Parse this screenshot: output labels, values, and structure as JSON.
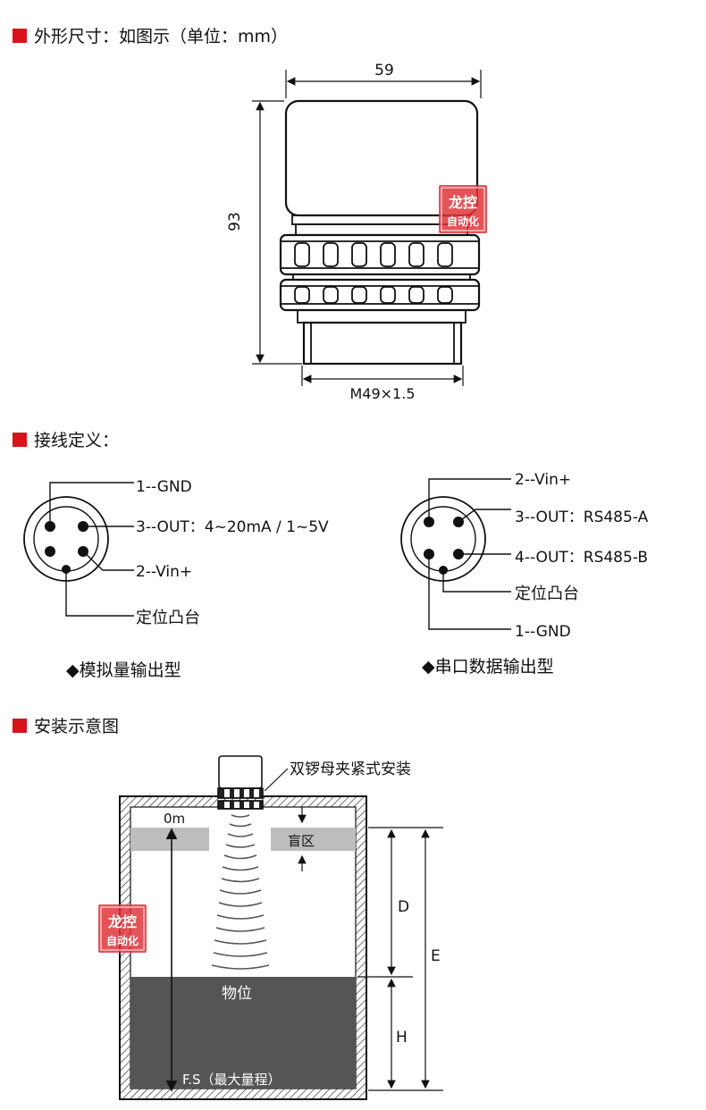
{
  "sections": {
    "dimensions": "外形尺寸：如图示（单位：mm）",
    "wiring": "接线定义：",
    "installation": "安装示意图"
  },
  "dims": {
    "width": "59",
    "height": "93",
    "thread": "M49×1.5"
  },
  "wiring": {
    "analog": {
      "pin1": "1--GND",
      "pin3": "3--OUT：4~20mA / 1~5V",
      "pin2": "2--Vin+",
      "key": "定位凸台",
      "caption": "◆模拟量输出型"
    },
    "serial": {
      "pin2": "2--Vin+",
      "pin3": "3--OUT：RS485-A",
      "pin4": "4--OUT：RS485-B",
      "key": "定位凸台",
      "pin1": "1--GND",
      "caption": "◆串口数据输出型"
    }
  },
  "install": {
    "nut_label": "双锣母夹紧式安装",
    "zero": "0m",
    "blind": "盲区",
    "d": "D",
    "e": "E",
    "h": "H",
    "level": "物位",
    "fs": "F.S（最大量程）"
  },
  "stamp": {
    "line1": "龙控",
    "line2": "自动化"
  },
  "colors": {
    "accent": "#d7141c",
    "liquid": "#555555",
    "blind_band": "#bdbdbd",
    "stamp": "#e0343b"
  }
}
